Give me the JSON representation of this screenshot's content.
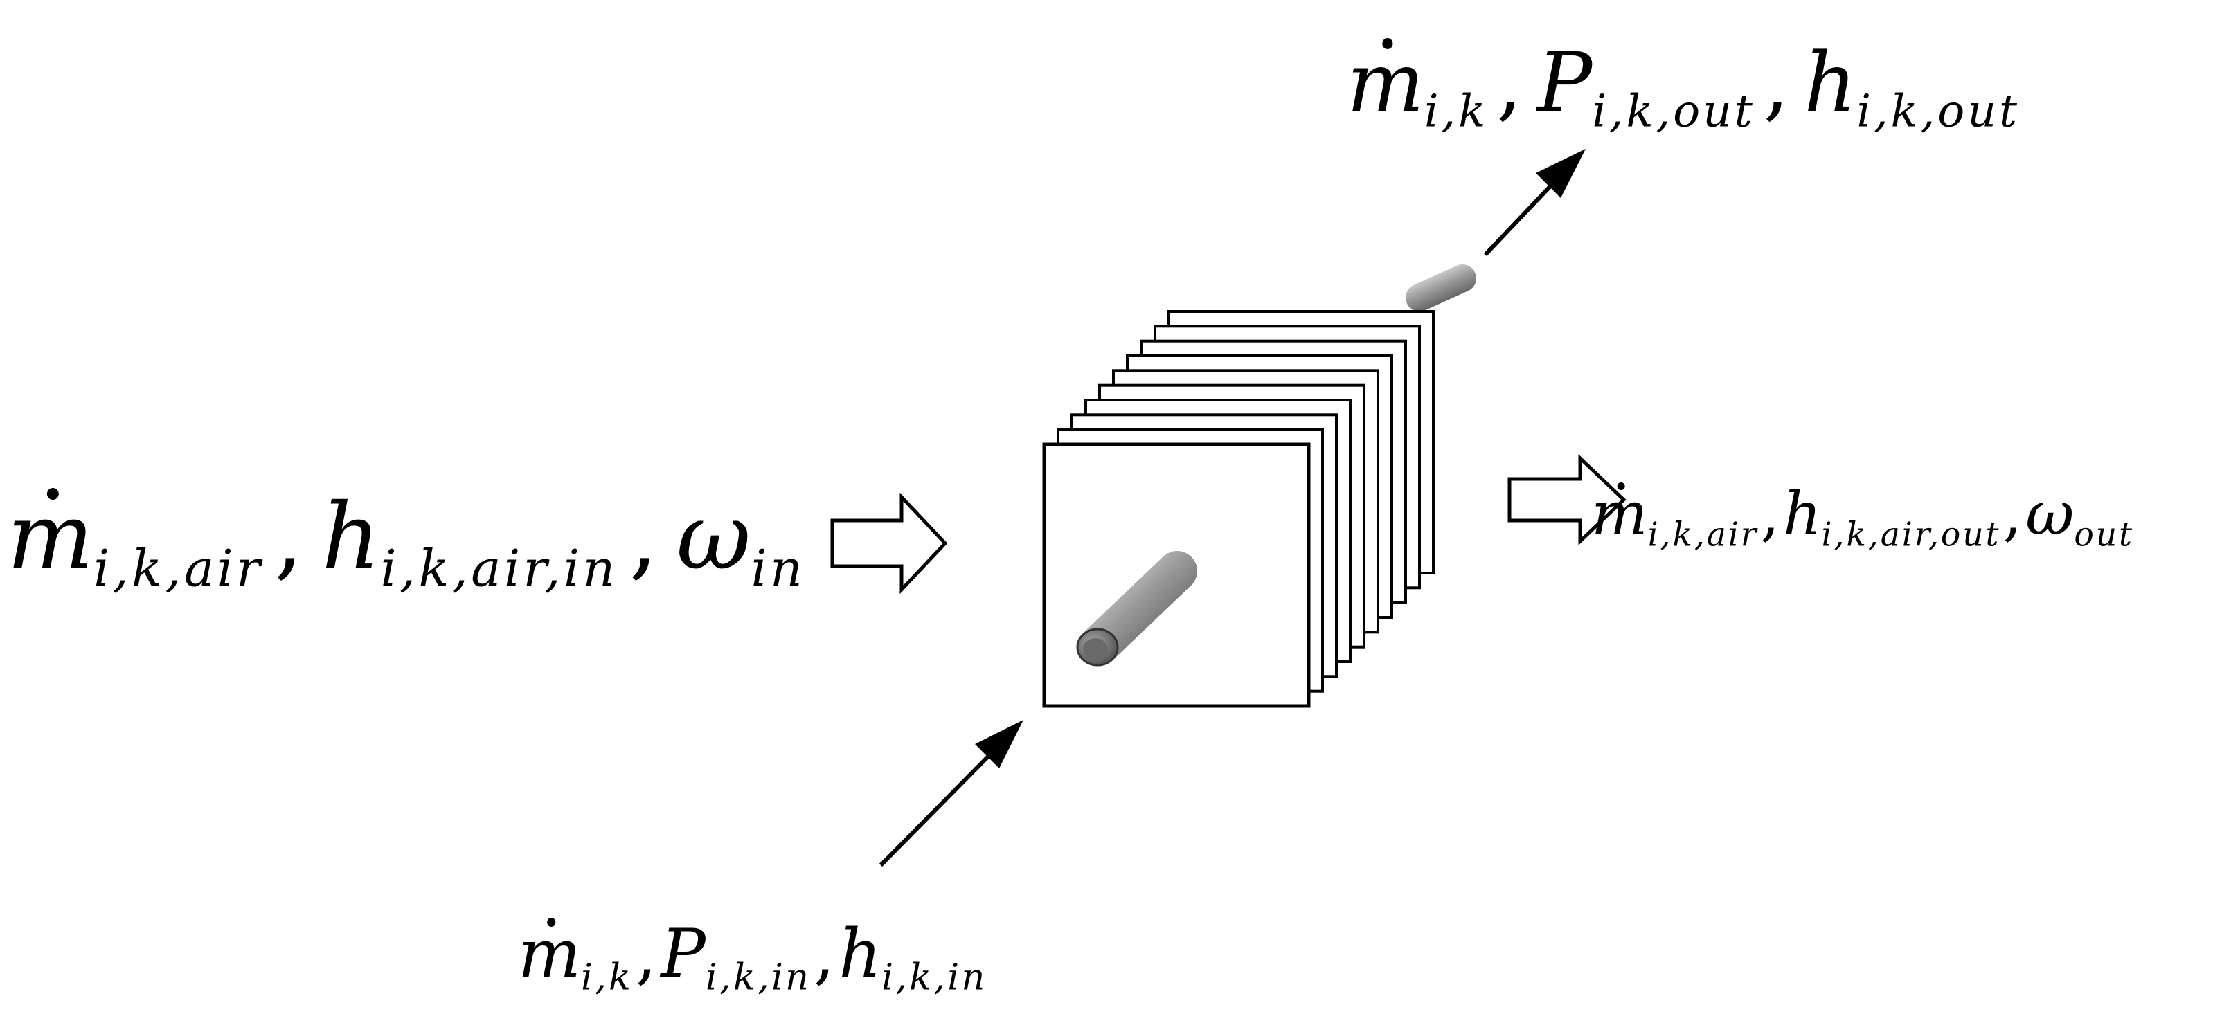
{
  "diagram": {
    "outlet_refrigerant": {
      "terms": [
        {
          "base": "m",
          "dot": true,
          "sub": "i,k"
        },
        {
          "base": "P",
          "dot": false,
          "sub": "i,k,out"
        },
        {
          "base": "h",
          "dot": false,
          "sub": "i,k,out"
        }
      ]
    },
    "inlet_air": {
      "terms": [
        {
          "base": "m",
          "dot": true,
          "sub": "i,k,air"
        },
        {
          "base": "h",
          "dot": false,
          "sub": "i,k,air,in"
        },
        {
          "base": "ω",
          "dot": false,
          "sub": "in"
        }
      ]
    },
    "outlet_air": {
      "terms": [
        {
          "base": "m",
          "dot": true,
          "sub": "i,k,air"
        },
        {
          "base": "h",
          "dot": false,
          "sub": "i,k,air,out"
        },
        {
          "base": "ω",
          "dot": false,
          "sub": "out"
        }
      ]
    },
    "inlet_refrigerant": {
      "terms": [
        {
          "base": "m",
          "dot": true,
          "sub": "i,k"
        },
        {
          "base": "P",
          "dot": false,
          "sub": "i,k,in"
        },
        {
          "base": "h",
          "dot": false,
          "sub": "i,k,in"
        }
      ]
    },
    "separator": ",",
    "colors": {
      "stroke": "#000000",
      "fill": "#ffffff",
      "tube": "#9a9a9a"
    }
  }
}
